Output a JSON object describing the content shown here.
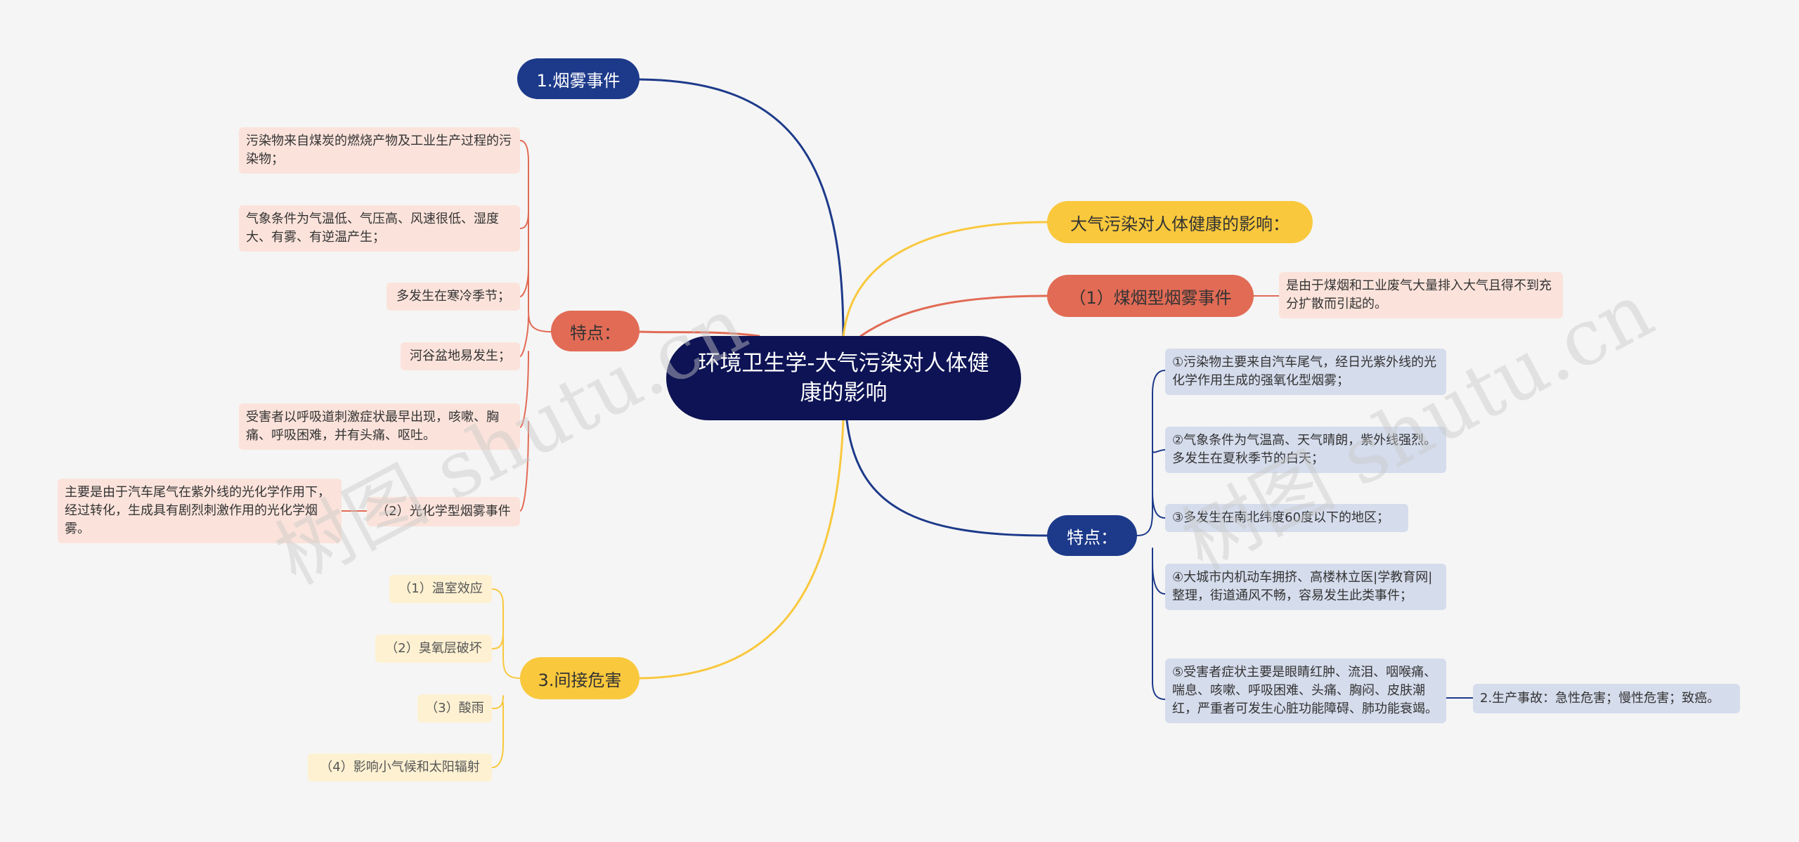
{
  "root": {
    "title": "环境卫生学-大气污染对人体健康的影响"
  },
  "colors": {
    "navy": "#1d3a8a",
    "root": "#0d1354",
    "yellow": "#f9c83d",
    "orange": "#e26b55",
    "pink": "#fbe3db",
    "cream": "#fdf1d2",
    "lavender": "#d5dcec"
  },
  "branches": {
    "smog_event": {
      "label": "1.烟雾事件"
    },
    "features_left": {
      "label": "特点：",
      "items": [
        "污染物来自煤炭的燃烧产物及工业生产过程的污染物；",
        "气象条件为气温低、气压高、风速很低、湿度大、有雾、有逆温产生；",
        "多发生在寒冷季节；",
        "河谷盆地易发生；",
        "受害者以呼吸道刺激症状最早出现，咳嗽、胸痛、呼吸困难，并有头痛、呕吐。"
      ]
    },
    "photochemical": {
      "label": "（2）光化学型烟雾事件",
      "detail": "主要是由于汽车尾气在紫外线的光化学作用下，经过转化，生成具有剧烈刺激作用的光化学烟雾。"
    },
    "indirect": {
      "label": "3.间接危害",
      "items": [
        "（1）温室效应",
        "（2）臭氧层破坏",
        "（3）酸雨",
        "（4）影响小气候和太阳辐射"
      ]
    },
    "impact": {
      "label": "大气污染对人体健康的影响："
    },
    "coal_smog": {
      "label": "（1）煤烟型烟雾事件",
      "detail": "是由于煤烟和工业废气大量排入大气且得不到充分扩散而引起的。"
    },
    "features_right": {
      "label": "特点：",
      "items": [
        "①污染物主要来自汽车尾气，经日光紫外线的光化学作用生成的强氧化型烟雾；",
        "②气象条件为气温高、天气晴朗，紫外线强烈。多发生在夏秋季节的白天；",
        "③多发生在南北纬度60度以下的地区；",
        "④大城市内机动车拥挤、高楼林立医|学教育网|整理，街道通风不畅，容易发生此类事件；",
        "⑤受害者症状主要是眼睛红肿、流泪、咽喉痛、喘息、咳嗽、呼吸困难、头痛、胸闷、皮肤潮红，严重者可发生心脏功能障碍、肺功能衰竭。"
      ],
      "production_accident": "2.生产事故：急性危害；慢性危害；致癌。"
    }
  },
  "watermarks": [
    "树图 shutu.cn",
    "树图 shutu.cn"
  ]
}
